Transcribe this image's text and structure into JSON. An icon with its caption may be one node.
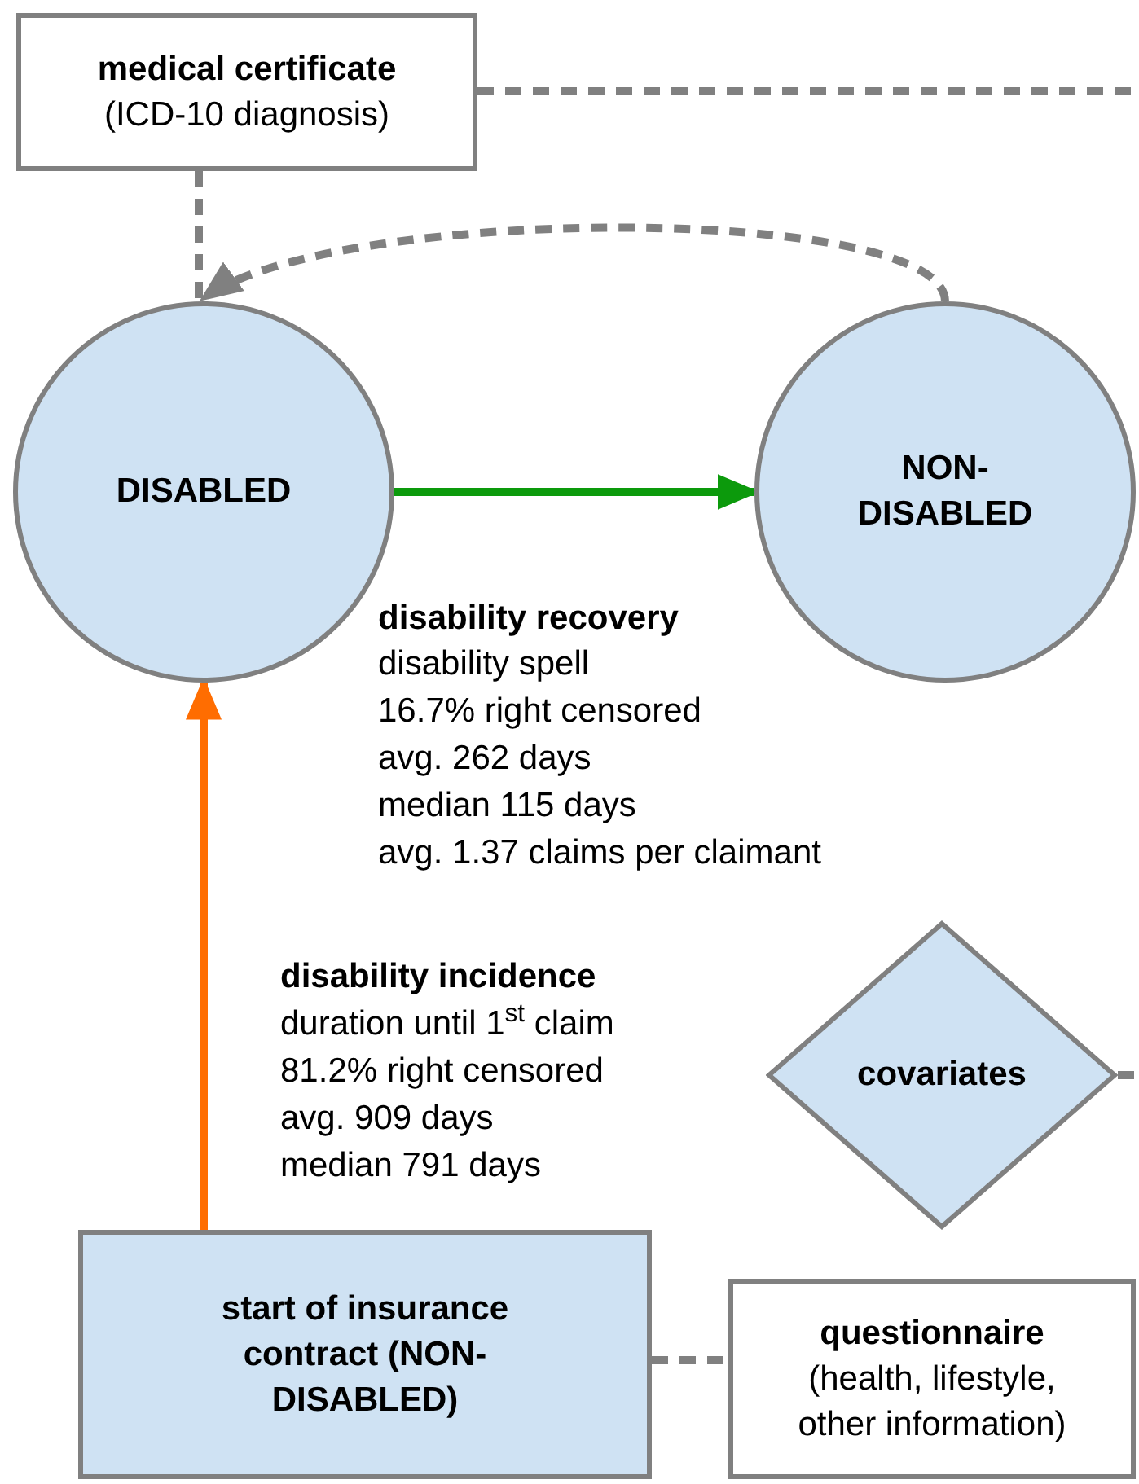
{
  "diagram": {
    "nodes": [
      {
        "text": [
          "medical certificate",
          "(ICD-10 diagnosis)"
        ]
      },
      {
        "text": [
          "DISABLED"
        ]
      },
      {
        "text": [
          "NON-DISABLED"
        ]
      },
      {
        "text": [
          "covariates"
        ]
      },
      {
        "text": [
          "start of insurance contract (NON-DISABLED)"
        ]
      },
      {
        "text": [
          "questionnaire",
          "(health, lifestyle, other information)"
        ]
      }
    ],
    "edges": [
      {
        "from": 0,
        "to": 1,
        "arrow": "none",
        "style": "dashed"
      },
      {
        "from": 2,
        "to": 1,
        "arrow": "to",
        "style": "dashed"
      },
      {
        "from": 1,
        "to": 2,
        "arrow": "to",
        "color": "#0c9a0c"
      },
      {
        "from": 4,
        "to": 1,
        "arrow": "to",
        "color": "#ff6d01"
      },
      {
        "from": 4,
        "to": 5,
        "arrow": "none",
        "style": "dashed"
      },
      {
        "from": 0,
        "to": null,
        "arrow": "none",
        "style": "dashed"
      },
      {
        "from": 3,
        "to": null,
        "arrow": "none",
        "style": "dashed"
      }
    ],
    "labels": [
      "disability recovery",
      "disability spell",
      "16.7% right censored",
      "avg. 262 days",
      "median 115 days",
      "avg. 1.37 claims per claimant",
      "disability incidence",
      "duration until 1$^{st}$ claim",
      "81.2% right censored",
      "avg. 909 days",
      "median 791 days"
    ]
  }
}
